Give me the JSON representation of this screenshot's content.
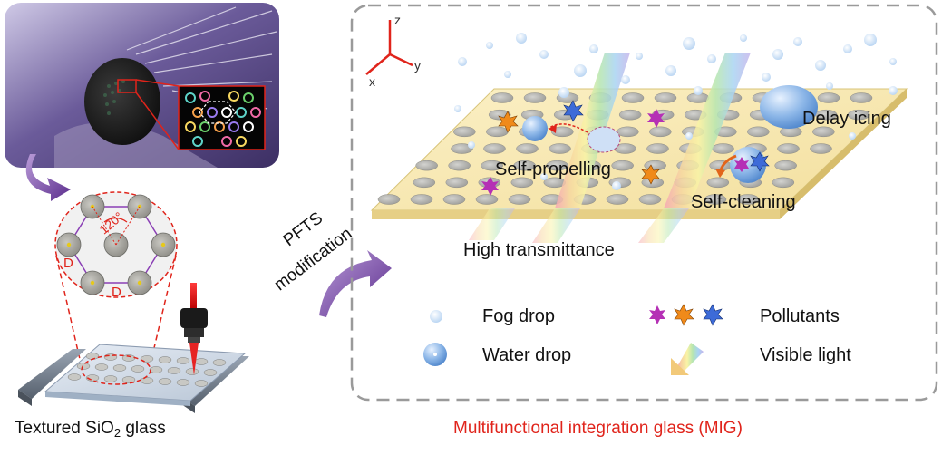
{
  "left": {
    "caption_prefix": "Textured SiO",
    "caption_sub": "2",
    "caption_suffix": " glass",
    "angle_label": "120°",
    "spacing_label_1": "D",
    "spacing_label_2": "D"
  },
  "arrow": {
    "line1": "PFTS",
    "line2": "modification"
  },
  "right": {
    "axis_z": "z",
    "axis_y": "y",
    "axis_x": "x",
    "label_delay_icing": "Delay icing",
    "label_self_propelling": "Self-propelling",
    "label_self_cleaning": "Self-cleaning",
    "label_high_transmittance": "High transmittance",
    "caption": "Multifunctional integration glass (MIG)",
    "caption_color": "#e0241b"
  },
  "legend": {
    "fog_drop": "Fog drop",
    "water_drop": "Water drop",
    "pollutants": "Pollutants",
    "visible_light": "Visible light"
  }
}
